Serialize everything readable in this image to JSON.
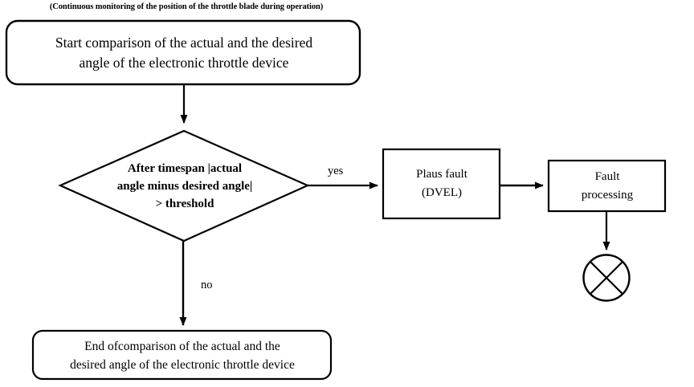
{
  "diagram": {
    "type": "flowchart",
    "caption": "(Continuous monitoring of the position of the throttle blade during operation)",
    "stroke_color": "#000000",
    "fill_color": "#ffffff",
    "nodes": {
      "start": {
        "shape": "rounded-rectangle",
        "text": "Start comparison of the actual and the desired\nangle of the electronic throttle device"
      },
      "decision": {
        "shape": "diamond",
        "text": "After timespan |actual\nangle minus desired angle|\n> threshold"
      },
      "plaus_fault": {
        "shape": "rectangle",
        "text": "Plaus fault\n(DVEL)"
      },
      "fault_processing": {
        "shape": "rectangle",
        "text": "Fault\nprocessing"
      },
      "end": {
        "shape": "rounded-rectangle",
        "text": "End ofcomparison of the actual and the\ndesired angle of the electronic throttle device"
      },
      "terminator": {
        "shape": "circle-with-cross",
        "text": ""
      }
    },
    "edges": {
      "start_to_decision": {
        "label": ""
      },
      "decision_to_plaus": {
        "label": "yes"
      },
      "decision_to_end": {
        "label": "no"
      },
      "plaus_to_fault": {
        "label": ""
      },
      "fault_to_terminator": {
        "label": ""
      }
    }
  }
}
